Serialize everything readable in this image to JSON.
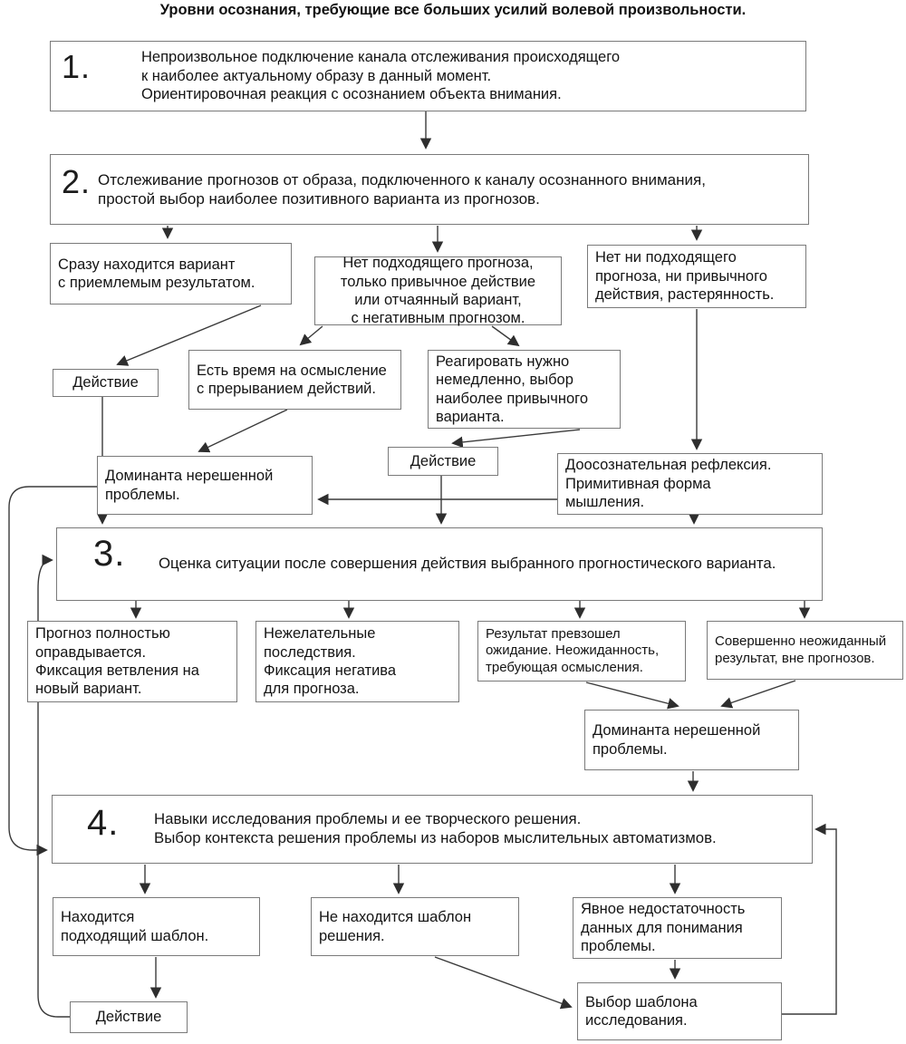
{
  "title": "Уровни осознания, требующие все больших усилий волевой произвольности.",
  "level1": {
    "number": "1.",
    "text": "Непроизвольное подключение канала отслеживания происходящего\nк наиболее актуальному образу в данный момент.\nОриентировочная реакция с осознанием объекта внимания."
  },
  "level2": {
    "number": "2.",
    "text": "Отслеживание прогнозов от образа, подключенного к каналу осознанного внимания,\nпростой выбор наиболее позитивного варианта из прогнозов."
  },
  "level3": {
    "number": "3.",
    "text": "Оценка ситуации после совершения действия выбранного прогностического варианта."
  },
  "level4": {
    "number": "4.",
    "text": "Навыки исследования проблемы и ее творческого решения.\nВыбор контекста решения проблемы из наборов мыслительных автоматизмов."
  },
  "shared": {
    "action": "Действие",
    "dominant_unsolved": "Доминанта нерешенной\nпроблемы."
  },
  "branches": {
    "immediate_variant": "Сразу находится вариант\nс приемлемым результатом.",
    "no_suitable_forecast": "Нет подходящего прогноза,\nтолько привычное действие\nили отчаянный вариант,\nс негативным прогнозом.",
    "no_forecast_no_habit": "Нет ни подходящего\nпрогноза, ни привычного\nдействия, растерянность.",
    "time_to_reflect": "Есть время на осмысление\nс прерыванием действий.",
    "react_immediately": "Реагировать нужно\nнемедленно, выбор\nнаиболее привычного\nварианта.",
    "preconscious_reflection": "Доосознательная рефлексия.\nПримитивная форма\nмышления.",
    "forecast_confirmed": "Прогноз полностью\nоправдывается.\nФиксация ветвления на\nновый вариант.",
    "undesirable_consequences": "Нежелательные\nпоследствия.\nФиксация негатива\nдля прогноза.",
    "result_exceeded": "Результат превзошел\nожидание. Неожиданность,\nтребующая осмысления.",
    "unexpected_result": "Совершенно неожиданный\nрезультат, вне прогнозов.",
    "template_found": "Находится\nподходящий шаблон.",
    "template_not_found": "Не находится шаблон\nрешения.",
    "insufficient_data": "Явное недостаточность\nданных для понимания\nпроблемы.",
    "research_template_choice": "Выбор шаблона\nисследования."
  },
  "colors": {
    "box_border": "#7a7a7a",
    "arrow": "#2e2e2e",
    "text": "#141414",
    "background": "#ffffff"
  }
}
